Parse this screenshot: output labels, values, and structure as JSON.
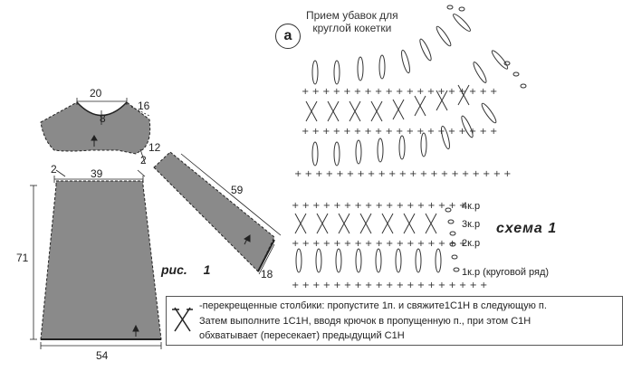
{
  "pattern": {
    "measurements": {
      "neck_width": "20",
      "neck_depth": "8",
      "yoke_depth": "16",
      "shoulder": "12",
      "armhole_left": "2",
      "armhole_right": "2",
      "chest_width": "39",
      "length": "71",
      "hem_width": "54",
      "sleeve_length": "59",
      "sleeve_width": "18"
    },
    "figure_caption_prefix": "рис.",
    "figure_caption_number": "1"
  },
  "scheme_a": {
    "badge": "a",
    "title_line1": "Прием убавок для",
    "title_line2": "круглой кокетки"
  },
  "scheme_1": {
    "title": "схема 1",
    "rows": [
      "4к.р",
      "3к.р",
      "2к.р",
      "1к.р (круговой ряд)"
    ]
  },
  "legend": {
    "symbol_name": "crossed-stitch-icon",
    "line1": "-перекрещенные столбики: пропустите 1п. и свяжите1С1Н в следующую п.",
    "line2": "Затем выполните 1С1Н, вводя крючок в пропущенную п., при этом С1Н",
    "line3": "обхватывает (пересекает) предыдущий С1Н"
  },
  "colors": {
    "fill": "#8a8a8a",
    "stroke": "#222222"
  }
}
